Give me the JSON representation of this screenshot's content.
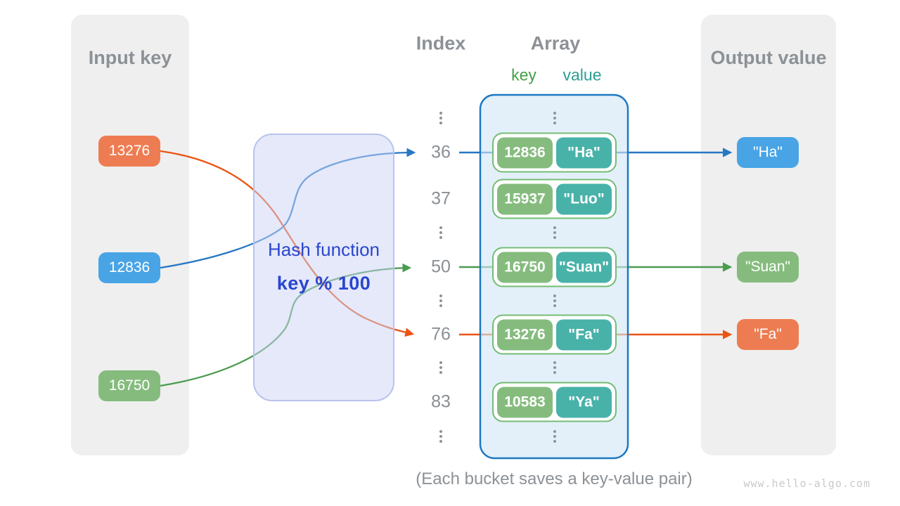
{
  "input_panel": {
    "title": "Input key",
    "items": [
      {
        "label": "13276",
        "color_key": "orange"
      },
      {
        "label": "12836",
        "color_key": "blue"
      },
      {
        "label": "16750",
        "color_key": "green"
      }
    ]
  },
  "hash": {
    "title": "Hash function",
    "formula": "key % 100"
  },
  "index_column": {
    "header": "Index",
    "rows": [
      "⋮",
      "36",
      "37",
      "⋮",
      "50",
      "⋮",
      "76",
      "⋮",
      "83",
      "⋮"
    ]
  },
  "array": {
    "header": "Array",
    "key_header": "key",
    "value_header": "value",
    "rows": [
      {
        "dots": true
      },
      {
        "key": "12836",
        "value": "\"Ha\""
      },
      {
        "key": "15937",
        "value": "\"Luo\""
      },
      {
        "dots": true
      },
      {
        "key": "16750",
        "value": "\"Suan\""
      },
      {
        "dots": true
      },
      {
        "key": "13276",
        "value": "\"Fa\""
      },
      {
        "dots": true
      },
      {
        "key": "10583",
        "value": "\"Ya\""
      },
      {
        "dots": true
      }
    ]
  },
  "output_panel": {
    "title": "Output value",
    "items": [
      {
        "label": "\"Ha\"",
        "color_key": "blue"
      },
      {
        "label": "\"Suan\"",
        "color_key": "green"
      },
      {
        "label": "\"Fa\"",
        "color_key": "orange"
      }
    ]
  },
  "caption": "(Each bucket saves a key-value pair)",
  "watermark": "www.hello-algo.com",
  "colors": {
    "orange": "#ee7c52",
    "blue": "#49a4e6",
    "green": "#85bc7e",
    "teal": "#48b2a9",
    "arrow_orange": "#ea5412",
    "arrow_blue": "#2677c4",
    "arrow_green": "#4c9b50",
    "array_border": "#1d78c2",
    "bucket_border": "#74bc74",
    "hash_text": "#2a46ce",
    "key_header": "#43a047",
    "value_header": "#2b9e94"
  }
}
